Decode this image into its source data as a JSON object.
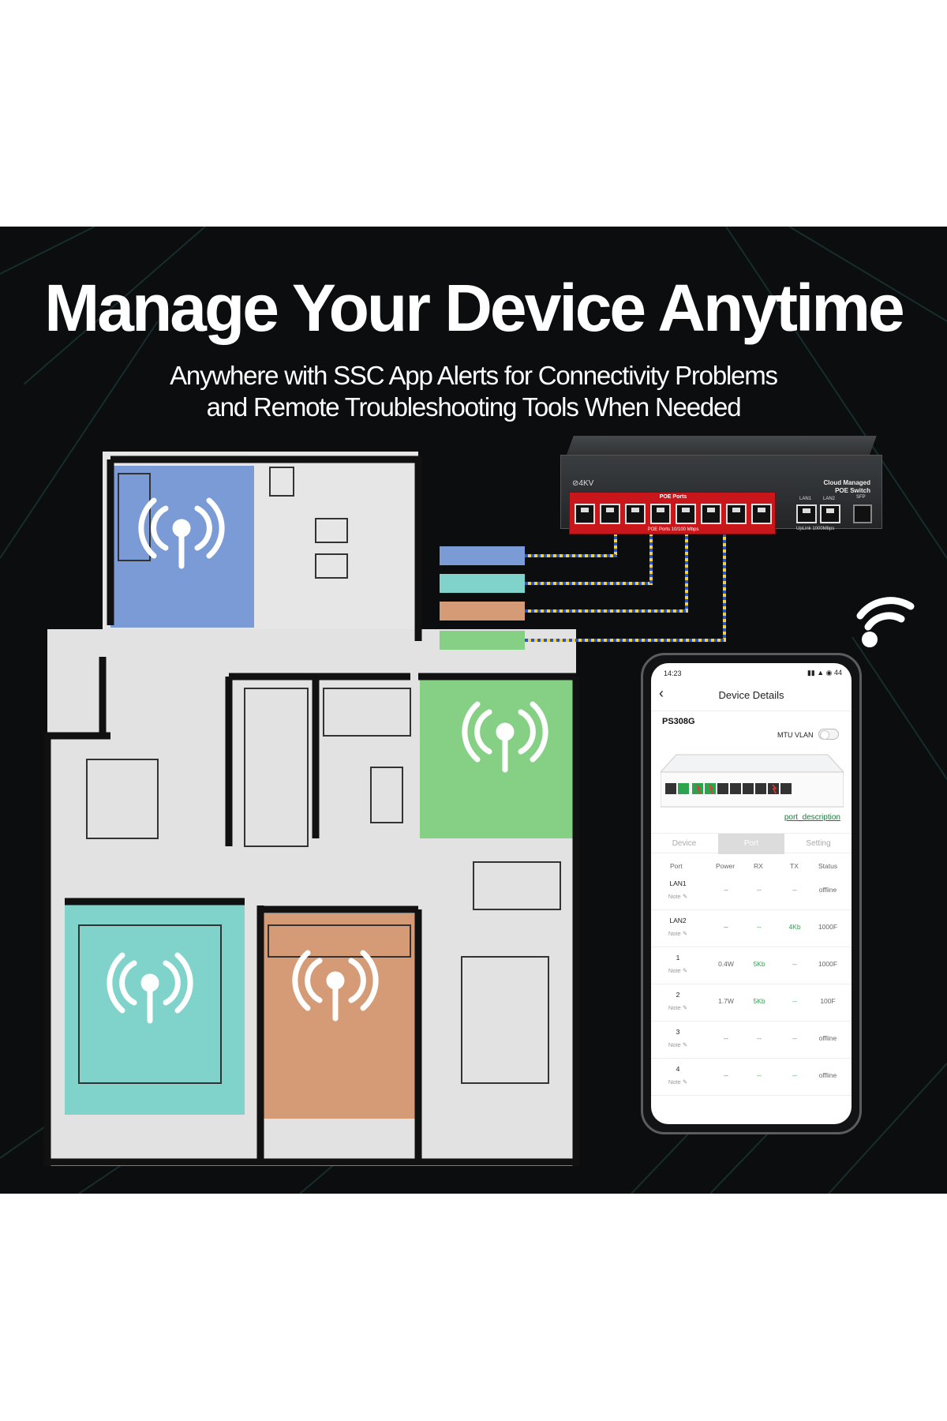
{
  "headline": {
    "title": "Manage Your Device Anytime",
    "subtitle_line1": "Anywhere with SSC App Alerts for Connectivity Problems",
    "subtitle_line2": "and Remote Troubleshooting Tools When Needed"
  },
  "colors": {
    "room_blue": "#7b9bd6",
    "room_green": "#86d086",
    "room_teal": "#7fd3cb",
    "room_orange": "#d49b76",
    "poe_red": "#c8161b",
    "cable_yellow": "#f2d23a",
    "cable_blue": "#2b55c8"
  },
  "switch": {
    "brand": "⊘4KV",
    "poe_title": "POE Ports",
    "poe_caption": "POE Ports 10/100 Mbps",
    "model_line1": "Cloud Managed",
    "model_line2": "POE Switch",
    "lan1": "LAN1",
    "lan2": "LAN2",
    "sfp": "SFP",
    "uplink": "UpLink 1000Mbps"
  },
  "phone": {
    "time": "14:23",
    "status_icons": "▮▮ ▲ ◉ 44",
    "title": "Device Details",
    "device_name": "PS308G",
    "mtu_label": "MTU VLAN",
    "port_description_link": "port_description",
    "tabs": [
      "Device",
      "Port",
      "Setting"
    ],
    "table_headers": {
      "port": "Port",
      "power": "Power",
      "rx": "RX",
      "tx": "TX",
      "status": "Status"
    },
    "note_label": "Note ✎",
    "rows": [
      {
        "port": "LAN1",
        "power": "--",
        "rx": "--",
        "tx": "--",
        "status": "offline"
      },
      {
        "port": "LAN2",
        "power": "--",
        "rx": "--",
        "tx": "4Kb",
        "status": "1000F"
      },
      {
        "port": "1",
        "power": "0.4W",
        "rx": "5Kb",
        "tx": "--",
        "status": "1000F"
      },
      {
        "port": "2",
        "power": "1.7W",
        "rx": "5Kb",
        "tx": "--",
        "status": "100F"
      },
      {
        "port": "3",
        "power": "--",
        "rx": "--",
        "tx": "--",
        "status": "offline"
      },
      {
        "port": "4",
        "power": "--",
        "rx": "--",
        "tx": "--",
        "status": "offline"
      }
    ]
  }
}
